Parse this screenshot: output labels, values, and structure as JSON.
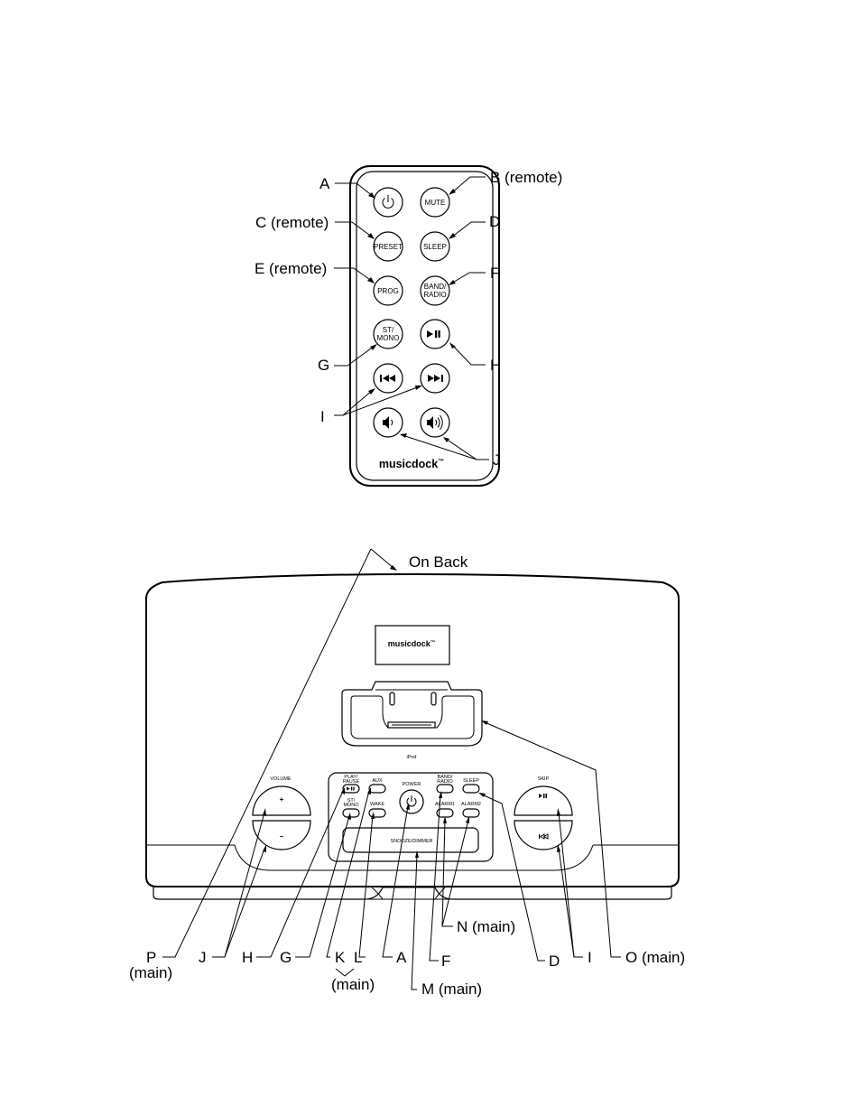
{
  "remote": {
    "brand": "musicdock",
    "tm": "™",
    "buttons": {
      "mute": "MUTE",
      "preset": "PRESET",
      "sleep": "SLEEP",
      "prog": "PROG",
      "band_l1": "BAND/",
      "band_l2": "RADIO",
      "st_l1": "ST/",
      "st_l2": "MONO"
    }
  },
  "unit": {
    "brand": "musicdock",
    "tm": "™",
    "dock_label": "iPod",
    "volume_label": "VOLUME",
    "vol_plus": "+",
    "vol_minus": "–",
    "skip_label": "SKIP",
    "buttons": {
      "play_l1": "PLAY/",
      "play_l2": "PAUSE",
      "aux": "AUX",
      "power": "POWER",
      "band_l1": "BAND/",
      "band_l2": "RADIO",
      "sleep": "SLEEP",
      "st_l1": "ST/",
      "st_l2": "MONO",
      "wake": "WAKE",
      "alarm1": "ALARM1",
      "alarm2": "ALARM2",
      "snooze": "SNOOZE/DIMMER"
    }
  },
  "callouts": {
    "remote": {
      "A": "A",
      "B": "B (remote)",
      "C": "C (remote)",
      "D": "D",
      "E": "E (remote)",
      "F": "F",
      "G": "G",
      "H": "H",
      "I": "I",
      "J": "J"
    },
    "main": {
      "on_back": "On Back",
      "P_l1": "P",
      "P_l2": "(main)",
      "J": "J",
      "H": "H",
      "G": "G",
      "K": "K",
      "L": "L",
      "A": "A",
      "KL_main": "(main)",
      "F": "F",
      "M": "M (main)",
      "N": "N (main)",
      "D": "D",
      "I": "I",
      "O": "O (main)"
    }
  }
}
